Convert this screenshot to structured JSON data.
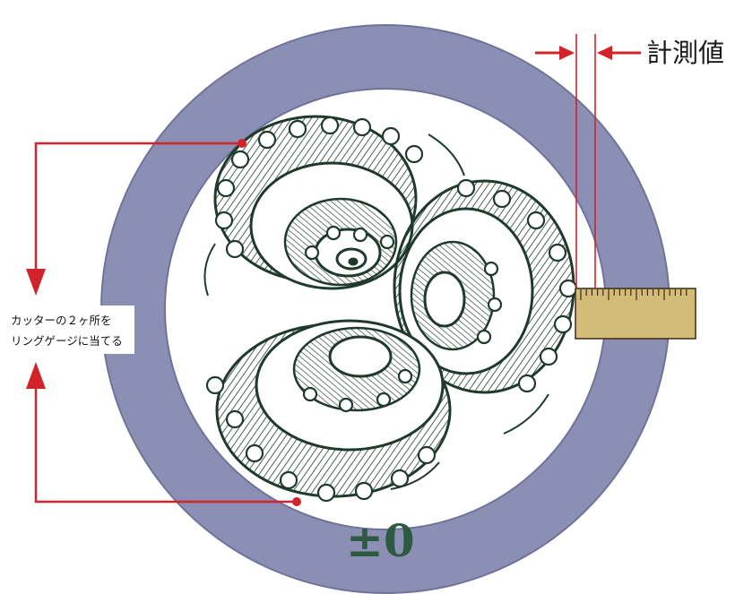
{
  "labels": {
    "measured_value": "計測値",
    "note_line1": "カッターの２ヶ所を",
    "note_line2": "リングゲージに当てる",
    "tolerance": "±0"
  },
  "colors": {
    "ring": "#8c8fb4",
    "ring_outline": "#6f7399",
    "arrow_red": "#d2232a",
    "ink": "#1f3a2c",
    "scale_fill": "#d3bb78",
    "scale_ink": "#3a2a12",
    "tolerance_text": "#2f5a42"
  },
  "icons": {
    "bit": "tricone-drill-bit-icon",
    "scale": "ruler-gauge-icon"
  }
}
